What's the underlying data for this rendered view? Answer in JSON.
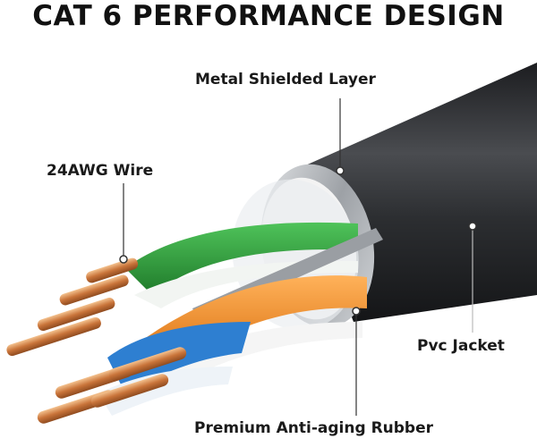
{
  "title": "CAT 6 PERFORMANCE DESIGN",
  "labels": {
    "metal_shielded": "Metal Shielded Layer",
    "awg_wire": "24AWG Wire",
    "pvc_jacket": "Pvc Jacket",
    "rubber": "Premium Anti-aging Rubber"
  },
  "colors": {
    "jacket": "#2b2d30",
    "shield": "#b9bcc0",
    "green": "#2f9e3a",
    "orange": "#f08a1e",
    "blue": "#2e7fd1",
    "copper": "#d9894a"
  }
}
